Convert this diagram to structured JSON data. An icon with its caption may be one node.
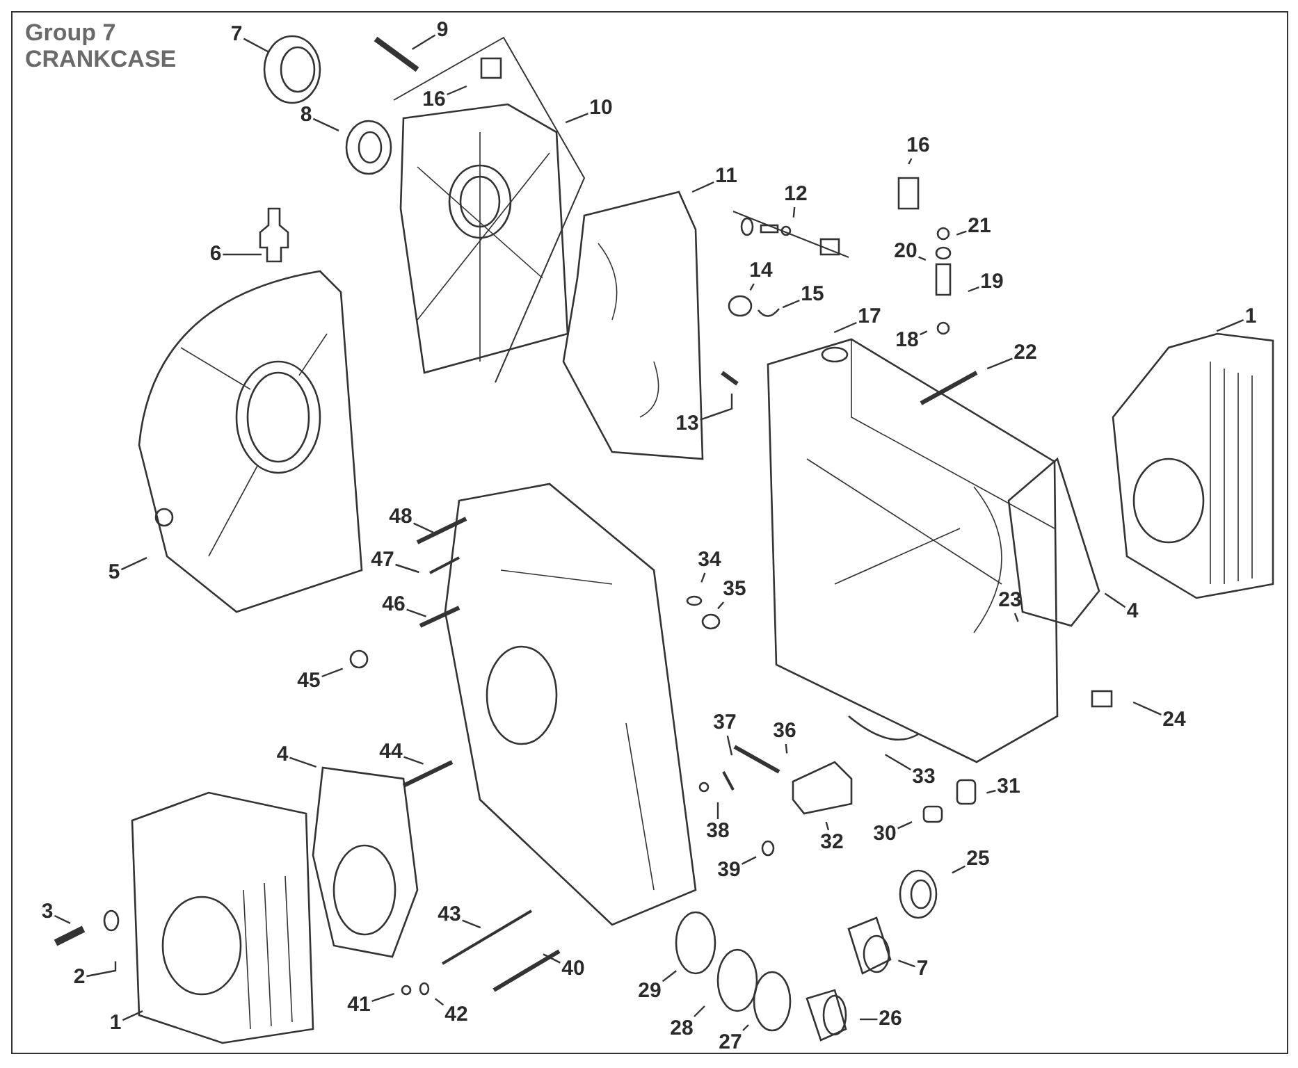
{
  "diagram": {
    "title": "Group 7 CRANKCASE",
    "nodes": [
      {
        "text": [
          "7"
        ]
      },
      {
        "text": [
          "9"
        ]
      },
      {
        "text": [
          "16"
        ]
      },
      {
        "text": [
          "10"
        ]
      },
      {
        "text": [
          "8"
        ]
      },
      {
        "text": [
          "6"
        ]
      },
      {
        "text": [
          "11"
        ]
      },
      {
        "text": [
          "12"
        ]
      },
      {
        "text": [
          "16"
        ]
      },
      {
        "text": [
          "21"
        ]
      },
      {
        "text": [
          "20"
        ]
      },
      {
        "text": [
          "19"
        ]
      },
      {
        "text": [
          "14"
        ]
      },
      {
        "text": [
          "15"
        ]
      },
      {
        "text": [
          "17"
        ]
      },
      {
        "text": [
          "18"
        ]
      },
      {
        "text": [
          "13"
        ]
      },
      {
        "text": [
          "22"
        ]
      },
      {
        "text": [
          "1"
        ]
      },
      {
        "text": [
          "5"
        ]
      },
      {
        "text": [
          "48"
        ]
      },
      {
        "text": [
          "47"
        ]
      },
      {
        "text": [
          "46"
        ]
      },
      {
        "text": [
          "34"
        ]
      },
      {
        "text": [
          "35"
        ]
      },
      {
        "text": [
          "23"
        ]
      },
      {
        "text": [
          "4"
        ]
      },
      {
        "text": [
          "45"
        ]
      },
      {
        "text": [
          "24"
        ]
      },
      {
        "text": [
          "4"
        ]
      },
      {
        "text": [
          "44"
        ]
      },
      {
        "text": [
          "37"
        ]
      },
      {
        "text": [
          "36"
        ]
      },
      {
        "text": [
          "33"
        ]
      },
      {
        "text": [
          "38"
        ]
      },
      {
        "text": [
          "32"
        ]
      },
      {
        "text": [
          "31"
        ]
      },
      {
        "text": [
          "30"
        ]
      },
      {
        "text": [
          "39"
        ]
      },
      {
        "text": [
          "25"
        ]
      },
      {
        "text": [
          "3"
        ]
      },
      {
        "text": [
          "2"
        ]
      },
      {
        "text": [
          "43"
        ]
      },
      {
        "text": [
          "40"
        ]
      },
      {
        "text": [
          "29"
        ]
      },
      {
        "text": [
          "1"
        ]
      },
      {
        "text": [
          "41"
        ]
      },
      {
        "text": [
          "42"
        ]
      },
      {
        "text": [
          "28"
        ]
      },
      {
        "text": [
          "27"
        ]
      },
      {
        "text": [
          "7"
        ]
      },
      {
        "text": [
          "26"
        ]
      }
    ],
    "edges": [
      {
        "from": 0,
        "to": null,
        "arrow": "none"
      },
      {
        "from": 1,
        "to": null,
        "arrow": "none"
      },
      {
        "from": 2,
        "to": null,
        "arrow": "none"
      },
      {
        "from": 3,
        "to": null,
        "arrow": "none"
      },
      {
        "from": 4,
        "to": null,
        "arrow": "none"
      },
      {
        "from": 5,
        "to": null,
        "arrow": "none"
      },
      {
        "from": 6,
        "to": null,
        "arrow": "none"
      },
      {
        "from": 7,
        "to": null,
        "arrow": "none"
      },
      {
        "from": 8,
        "to": null,
        "arrow": "none"
      },
      {
        "from": 9,
        "to": null,
        "arrow": "none"
      },
      {
        "from": 10,
        "to": null,
        "arrow": "none"
      },
      {
        "from": 11,
        "to": null,
        "arrow": "none"
      },
      {
        "from": 12,
        "to": null,
        "arrow": "none"
      },
      {
        "from": 13,
        "to": null,
        "arrow": "none"
      },
      {
        "from": 14,
        "to": null,
        "arrow": "none"
      },
      {
        "from": 15,
        "to": null,
        "arrow": "none"
      },
      {
        "from": 16,
        "to": null,
        "arrow": "none"
      },
      {
        "from": 17,
        "to": null,
        "arrow": "none"
      },
      {
        "from": 18,
        "to": null,
        "arrow": "none"
      },
      {
        "from": 19,
        "to": null,
        "arrow": "none"
      },
      {
        "from": 20,
        "to": null,
        "arrow": "none"
      },
      {
        "from": 21,
        "to": null,
        "arrow": "none"
      },
      {
        "from": 22,
        "to": null,
        "arrow": "none"
      },
      {
        "from": 23,
        "to": null,
        "arrow": "none"
      },
      {
        "from": 24,
        "to": null,
        "arrow": "none"
      },
      {
        "from": 25,
        "to": null,
        "arrow": "none"
      },
      {
        "from": 26,
        "to": null,
        "arrow": "none"
      },
      {
        "from": 27,
        "to": null,
        "arrow": "none"
      },
      {
        "from": 28,
        "to": null,
        "arrow": "none"
      },
      {
        "from": 29,
        "to": null,
        "arrow": "none"
      },
      {
        "from": 30,
        "to": null,
        "arrow": "none"
      },
      {
        "from": 31,
        "to": null,
        "arrow": "none"
      },
      {
        "from": 32,
        "to": null,
        "arrow": "none"
      },
      {
        "from": 33,
        "to": null,
        "arrow": "none"
      },
      {
        "from": 34,
        "to": null,
        "arrow": "none"
      },
      {
        "from": 35,
        "to": null,
        "arrow": "none"
      },
      {
        "from": 36,
        "to": null,
        "arrow": "none"
      },
      {
        "from": 37,
        "to": null,
        "arrow": "none"
      },
      {
        "from": 38,
        "to": null,
        "arrow": "none"
      },
      {
        "from": 39,
        "to": null,
        "arrow": "none"
      },
      {
        "from": 40,
        "to": null,
        "arrow": "none"
      },
      {
        "from": 41,
        "to": null,
        "arrow": "none"
      },
      {
        "from": 42,
        "to": null,
        "arrow": "none"
      },
      {
        "from": 43,
        "to": null,
        "arrow": "none"
      },
      {
        "from": 44,
        "to": null,
        "arrow": "none"
      },
      {
        "from": 45,
        "to": null,
        "arrow": "none"
      },
      {
        "from": 46,
        "to": null,
        "arrow": "none"
      },
      {
        "from": 47,
        "to": null,
        "arrow": "none"
      },
      {
        "from": 48,
        "to": null,
        "arrow": "none"
      },
      {
        "from": 49,
        "to": null,
        "arrow": "none"
      },
      {
        "from": 50,
        "to": null,
        "arrow": "none"
      },
      {
        "from": 51,
        "to": null,
        "arrow": "none"
      }
    ]
  }
}
